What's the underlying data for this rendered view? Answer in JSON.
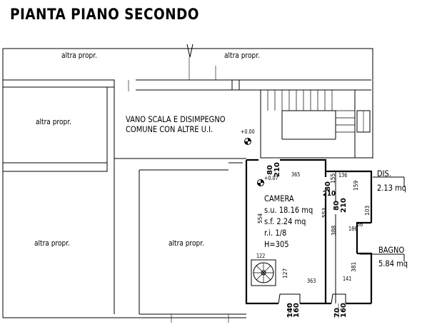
{
  "title": "PIANTA PIANO SECONDO",
  "labels": {
    "altra_top_left": "altra propr.",
    "altra_top_right": "altra propr.",
    "altra_mid_left": "altra propr.",
    "altra_bottom_left": "altra propr.",
    "altra_bottom_mid": "altra propr.",
    "vano_line1": "VANO SCALA E DISIMPEGNO",
    "vano_line2": "COMUNE CON ALTRE U.I.",
    "level_0": "+0.00",
    "level_007": "+0.07"
  },
  "rooms": {
    "camera": {
      "name": "CAMERA",
      "su": "s.u. 18.16 mq",
      "sf": "s.f. 2.24 mq",
      "ri": "r.i. 1/8",
      "h": "H=305"
    },
    "dis": {
      "name": "DIS.",
      "area": "2.13 mq"
    },
    "bagno": {
      "name": "BAGNO",
      "area": "5.84 mq"
    }
  },
  "dims": {
    "d365": "365",
    "d136": "136",
    "d155": "155",
    "d159": "159",
    "d186": "186",
    "d103": "103",
    "d56": "56",
    "d554": "554",
    "d553": "553",
    "d388": "388",
    "d381": "381",
    "d122": "122",
    "d127": "127",
    "d363": "363",
    "d141": "141",
    "door1_w": "80",
    "door1_h": "210",
    "door2_w": "80",
    "door2_h": "210",
    "door3_w": "80",
    "door3_h": "210",
    "win1_w": "140",
    "win1_h": "160",
    "win2_w": "70",
    "win2_h": "160"
  }
}
